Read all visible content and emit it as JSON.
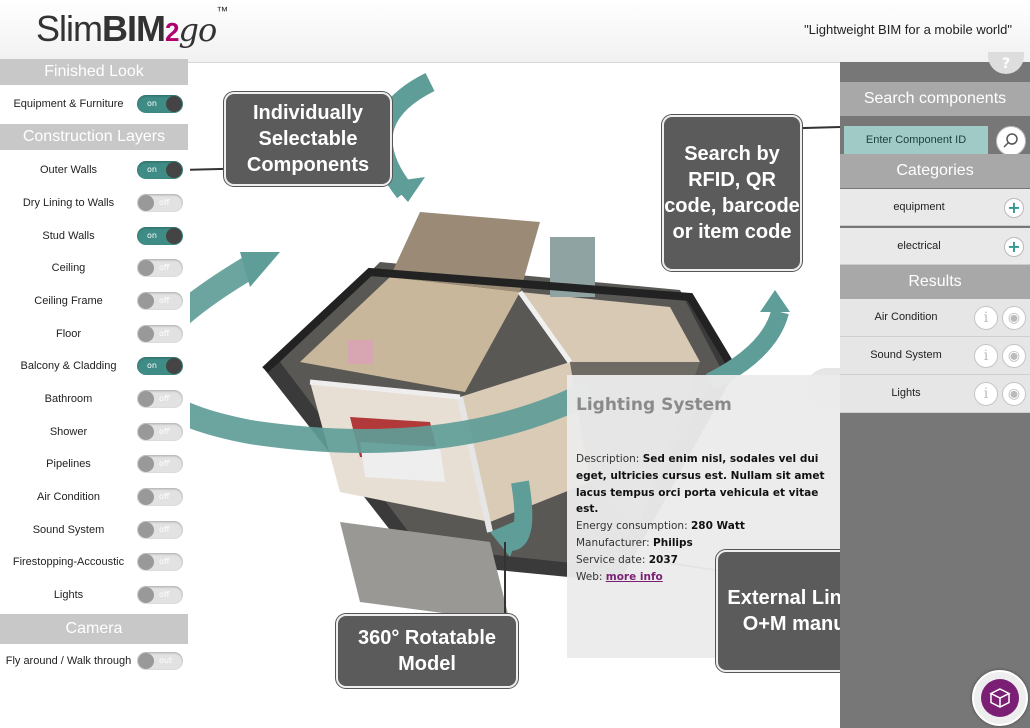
{
  "header": {
    "logo": {
      "slim": "Slim",
      "bim": "BIM",
      "two": "2",
      "go": "go",
      "tm": "™"
    },
    "tagline": "\"Lightweight BIM for a mobile world\""
  },
  "left_panel": {
    "finished_look": {
      "title": "Finished Look",
      "items": [
        {
          "label": "Equipment & Furniture",
          "state": "on"
        }
      ]
    },
    "construction_layers": {
      "title": "Construction Layers",
      "items": [
        {
          "label": "Outer Walls",
          "state": "on"
        },
        {
          "label": "Dry Lining to Walls",
          "state": "off"
        },
        {
          "label": "Stud Walls",
          "state": "on"
        },
        {
          "label": "Ceiling",
          "state": "off"
        },
        {
          "label": "Ceiling Frame",
          "state": "off"
        },
        {
          "label": "Floor",
          "state": "off"
        },
        {
          "label": "Balcony & Cladding",
          "state": "on"
        },
        {
          "label": "Bathroom",
          "state": "off"
        },
        {
          "label": "Shower",
          "state": "off"
        },
        {
          "label": "Pipelines",
          "state": "off"
        },
        {
          "label": "Air Condition",
          "state": "off"
        },
        {
          "label": "Sound System",
          "state": "off"
        },
        {
          "label": "Firestopping-Accoustic",
          "state": "off"
        },
        {
          "label": "Lights",
          "state": "off"
        }
      ]
    },
    "camera": {
      "title": "Camera",
      "items": [
        {
          "label": "Fly around / Walk through",
          "state": "out"
        }
      ]
    }
  },
  "callouts": {
    "components": "Individually Selectable Components",
    "search": "Search by RFID, QR code, barcode or item code",
    "rotate": "360° Rotatable Model",
    "links": "External Links to O+M manuals"
  },
  "info_panel": {
    "title": "Lighting System",
    "description_label": "Description:",
    "description_value": "Sed enim nisl, sodales vel dui eget, ultricies cursus est. Nullam sit amet lacus tempus orci porta vehicula et vitae est.",
    "energy_label": "Energy consumption:",
    "energy_value": "280 Watt",
    "manufacturer_label": "Manufacturer:",
    "manufacturer_value": "Philips",
    "service_label": "Service date:",
    "service_value": "2037",
    "web_label": "Web:",
    "web_link": "more info"
  },
  "right_panel": {
    "help": "?",
    "search_title": "Search components",
    "search_placeholder": "Enter Component ID",
    "categories_title": "Categories",
    "categories": [
      "equipment",
      "electrical"
    ],
    "results_title": "Results",
    "results": [
      "Air Condition",
      "Sound System",
      "Lights"
    ]
  },
  "colors": {
    "accent_teal": "#3f8c86",
    "brand_purple": "#7a1f74",
    "callout_bg": "#5b5b5b"
  }
}
